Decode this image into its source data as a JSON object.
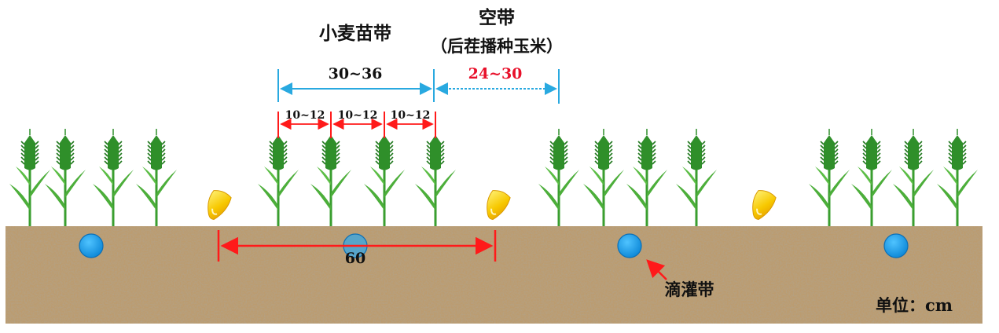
{
  "labels": {
    "wheat_band": "小麦苗带",
    "empty_band": "空带",
    "empty_band_note": "（后茬播种玉米）",
    "wheat_band_width": "30~36",
    "empty_band_width": "24~30",
    "row_spacing": [
      "10~12",
      "10~12",
      "10~12"
    ],
    "corn_spacing": "60",
    "drip_tape": "滴灌带",
    "unit": "单位：cm"
  },
  "colors": {
    "cyan_dimension": "#29a9e0",
    "red_dimension": "#ff1a1a",
    "red_text": "#e8102a",
    "wheat_green": "#2e9e2e",
    "soil": "#b89a6e",
    "drip_tape": "#1a9be8",
    "corn_seed": "#f5c400"
  },
  "icons": {
    "plant": "wheat-plant-icon",
    "seed": "corn-seed-icon",
    "tape": "drip-tape-icon"
  }
}
